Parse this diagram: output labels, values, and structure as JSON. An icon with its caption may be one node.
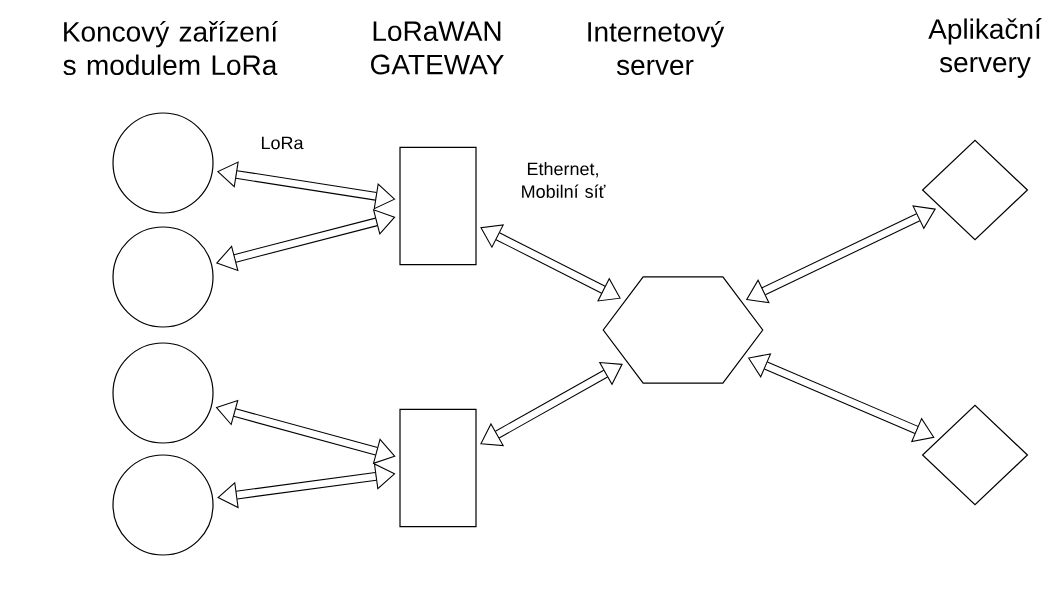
{
  "diagram": {
    "nodes": [
      {
        "text": [],
        "shape": "circle"
      },
      {
        "text": [],
        "shape": "circle"
      },
      {
        "text": [],
        "shape": "circle"
      },
      {
        "text": [],
        "shape": "circle"
      },
      {
        "text": [],
        "shape": "box"
      },
      {
        "text": [],
        "shape": "box"
      },
      {
        "text": [],
        "shape": "hexagon"
      },
      {
        "text": [],
        "shape": "diamond"
      },
      {
        "text": [],
        "shape": "diamond"
      }
    ],
    "edges": [
      {
        "from": 0,
        "to": 4,
        "arrow": "both",
        "label": "LoRa"
      },
      {
        "from": 1,
        "to": 4,
        "arrow": "both"
      },
      {
        "from": 2,
        "to": 5,
        "arrow": "both"
      },
      {
        "from": 3,
        "to": 5,
        "arrow": "both"
      },
      {
        "from": 4,
        "to": 6,
        "arrow": "both",
        "label": "Ethernet, Mobilní síť"
      },
      {
        "from": 5,
        "to": 6,
        "arrow": "both"
      },
      {
        "from": 6,
        "to": 7,
        "arrow": "both"
      },
      {
        "from": 6,
        "to": 8,
        "arrow": "both"
      }
    ],
    "labels": [
      "Koncový zařízení s modulem LoRa",
      "LoRaWAN GATEWAY",
      "Internetový server",
      "Aplikační servery"
    ]
  }
}
